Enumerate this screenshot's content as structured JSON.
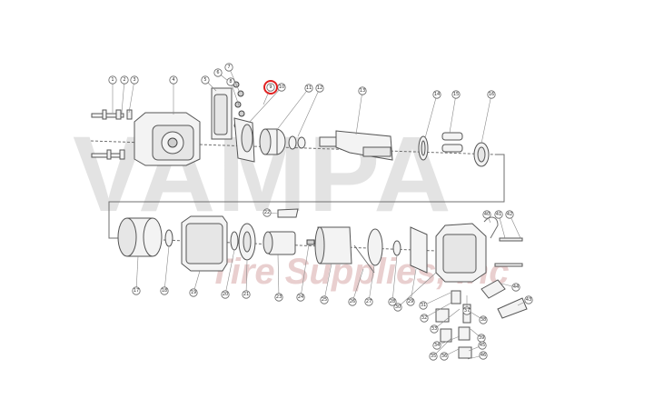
{
  "watermark": {
    "brand": "VAMPA",
    "company": "Tire Supplies, Inc",
    "brand_color": "#cccccc",
    "company_color": "#d4a0a0"
  },
  "highlight": {
    "part_number": "9",
    "color": "#e02020"
  },
  "callouts": [
    {
      "id": "1"
    },
    {
      "id": "2"
    },
    {
      "id": "3"
    },
    {
      "id": "4"
    },
    {
      "id": "5"
    },
    {
      "id": "6"
    },
    {
      "id": "7"
    },
    {
      "id": "8"
    },
    {
      "id": "9"
    },
    {
      "id": "10"
    },
    {
      "id": "11"
    },
    {
      "id": "12"
    },
    {
      "id": "13"
    },
    {
      "id": "14"
    },
    {
      "id": "15"
    },
    {
      "id": "16"
    },
    {
      "id": "17"
    },
    {
      "id": "18"
    },
    {
      "id": "19"
    },
    {
      "id": "20"
    },
    {
      "id": "21"
    },
    {
      "id": "22"
    },
    {
      "id": "23"
    },
    {
      "id": "24"
    },
    {
      "id": "25"
    },
    {
      "id": "26"
    },
    {
      "id": "27"
    },
    {
      "id": "28"
    },
    {
      "id": "29"
    },
    {
      "id": "30"
    },
    {
      "id": "31"
    },
    {
      "id": "32"
    },
    {
      "id": "33"
    },
    {
      "id": "34"
    },
    {
      "id": "35"
    },
    {
      "id": "36"
    },
    {
      "id": "37"
    },
    {
      "id": "38"
    },
    {
      "id": "39"
    },
    {
      "id": "40"
    },
    {
      "id": "41"
    },
    {
      "id": "42"
    },
    {
      "id": "43"
    },
    {
      "id": "44"
    },
    {
      "id": "45"
    },
    {
      "id": "46"
    }
  ]
}
